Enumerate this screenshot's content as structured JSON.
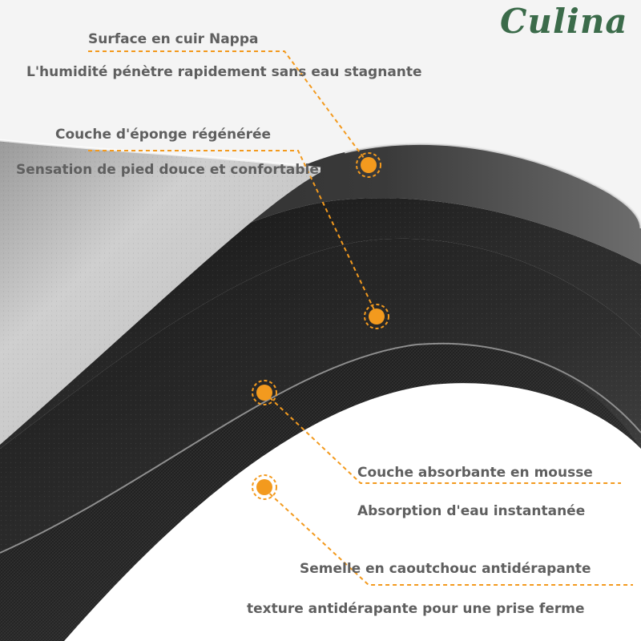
{
  "brand": {
    "logo_text": "Culina"
  },
  "callouts": [
    {
      "title": "Surface en cuir Nappa",
      "description": "L'humidité pénètre rapidement sans eau stagnante"
    },
    {
      "title": "Couche d'éponge régénérée",
      "description": "Sensation de pied douce et confortable"
    },
    {
      "title": "Couche absorbante en mousse",
      "description": "Absorption d'eau instantanée"
    },
    {
      "title": "Semelle en caoutchouc antidérapante",
      "description": "texture antidérapante pour une prise ferme"
    }
  ],
  "colors": {
    "accent": "#f39a1e",
    "label_text": "#5f5f5f",
    "logo": "#3b6b4a",
    "leather_surface": "#c9c9c9",
    "sponge_layer": "#1e1e1e",
    "rubber_sole": "#2a2a2a"
  }
}
